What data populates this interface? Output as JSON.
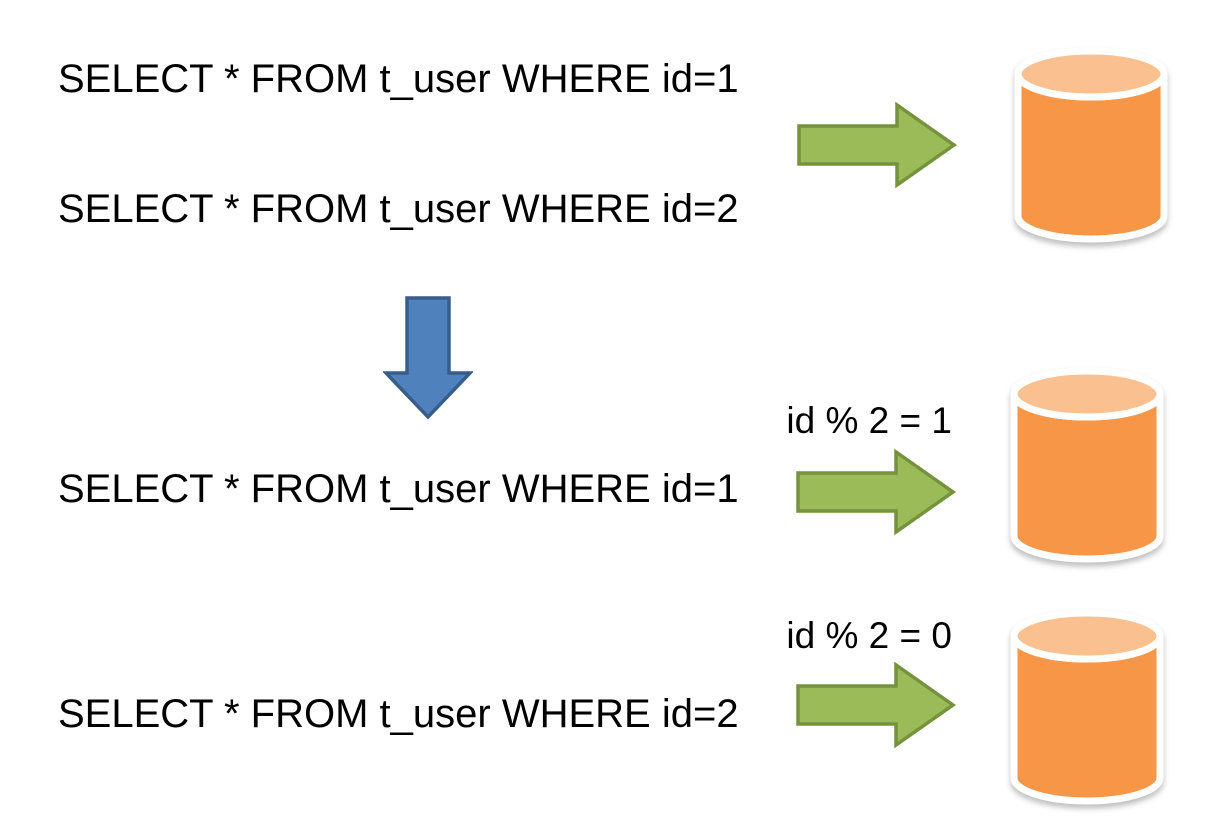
{
  "queries": {
    "before": [
      "SELECT * FROM t_user WHERE id=1",
      "SELECT * FROM t_user WHERE id=2"
    ],
    "after": [
      {
        "sql": "SELECT * FROM t_user WHERE id=1",
        "condition": "id % 2 = 1"
      },
      {
        "sql": "SELECT * FROM t_user WHERE id=2",
        "condition": "id % 2 = 0"
      }
    ]
  },
  "icons": {
    "right_arrow": "right-arrow-icon",
    "down_arrow": "down-arrow-icon",
    "database": "database-cylinder-icon"
  },
  "colors": {
    "background": "#ffffff",
    "text": "#000000",
    "arrow_green_fill": "#9BBB59",
    "arrow_green_border": "#75923D",
    "arrow_blue_fill": "#4F81BD",
    "arrow_blue_border": "#385D8A",
    "db_body": "#F79646",
    "db_top": "#FAC090",
    "db_outline": "#FFFFFF"
  }
}
